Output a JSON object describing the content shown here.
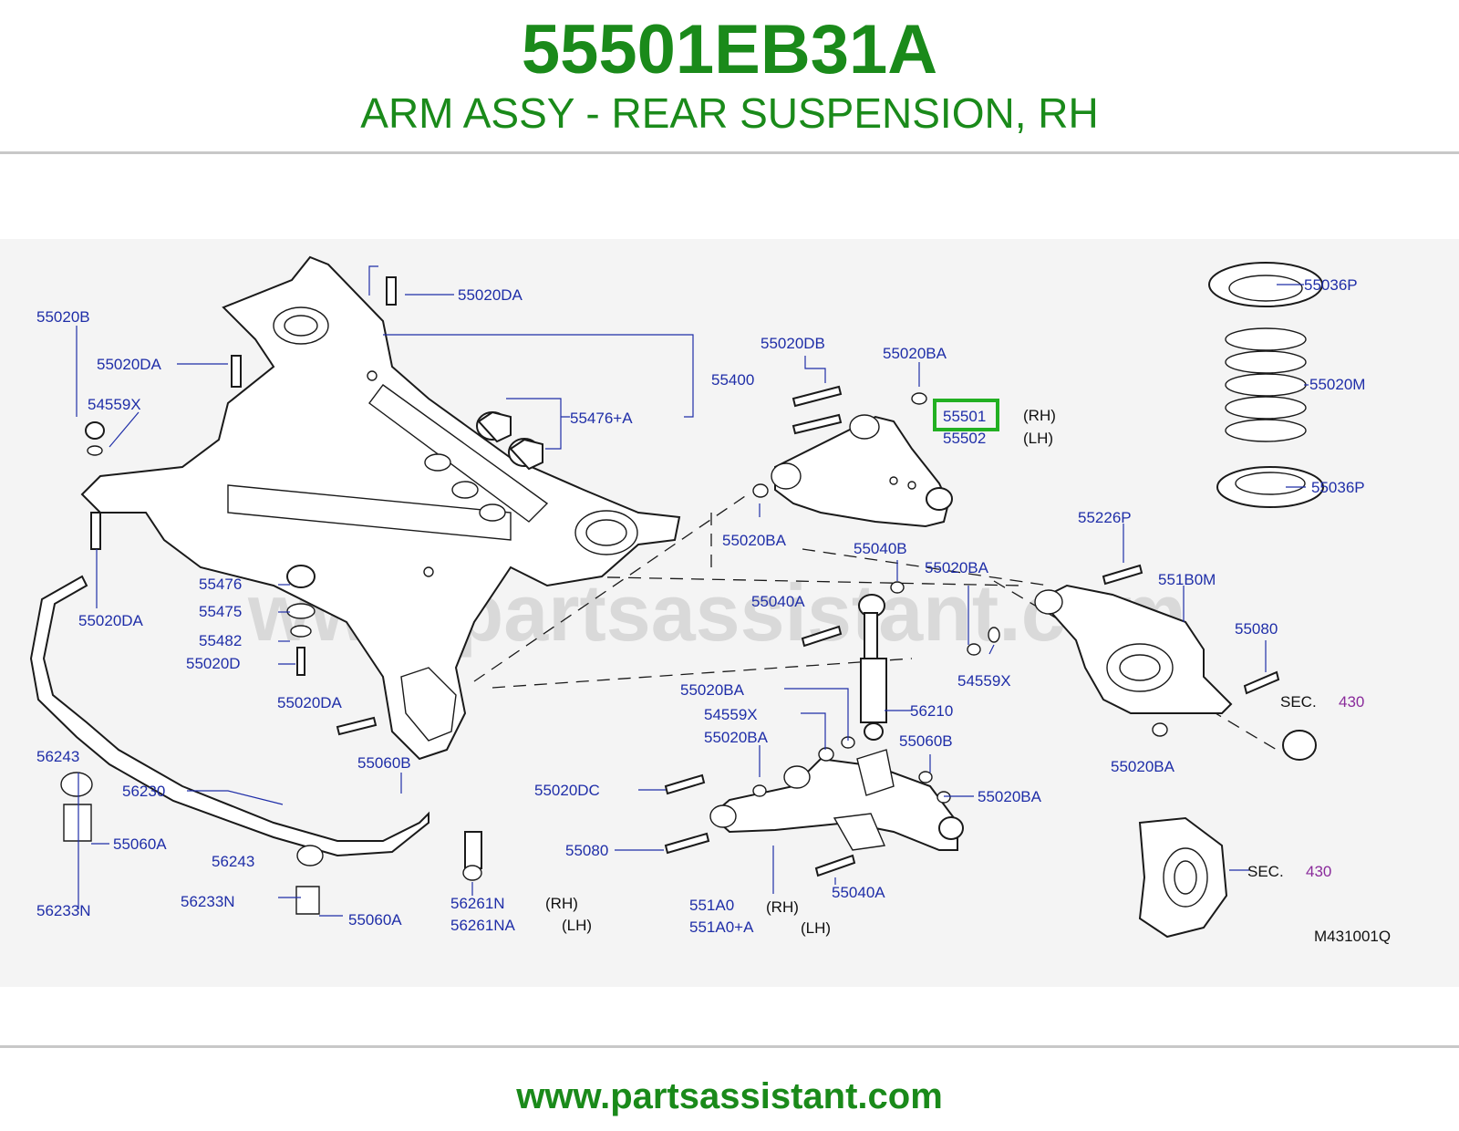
{
  "header": {
    "part_number": "55501EB31A",
    "part_name": "ARM ASSY - REAR SUSPENSION, RH"
  },
  "diagram": {
    "watermark": "www.partsassistant.com",
    "drawing_code": "M431001Q",
    "highlighted_part": "55501",
    "labels": [
      "55020DA",
      "55020B",
      "55020DA",
      "54559X",
      "55400",
      "55476+A",
      "55020DB",
      "55020BA",
      "55501",
      "(RH)",
      "55502",
      "(LH)",
      "55036P",
      "55020M",
      "55036P",
      "55020DA",
      "55476",
      "55475",
      "55482",
      "55020D",
      "55020DA",
      "55020BA",
      "55040B",
      "55020BA",
      "55040A",
      "55226P",
      "551B0M",
      "55080",
      "54559X",
      "SEC.",
      "430",
      "56210",
      "55020BA",
      "54559X",
      "55020BA",
      "55060B",
      "55020BA",
      "55020BA",
      "55060B",
      "56243",
      "56230",
      "55020DC",
      "55060A",
      "56243",
      "55080",
      "56233N",
      "56233N",
      "55060A",
      "56261N",
      "(RH)",
      "56261NA",
      "(LH)",
      "551A0",
      "(RH)",
      "551A0+A",
      "(LH)",
      "55040A",
      "SEC.",
      "430"
    ]
  },
  "colors": {
    "brand_green": "#1a8a1a",
    "label_blue": "#1f2ea8",
    "section_purple": "#8a2b9b",
    "highlight_green": "#22b022"
  },
  "footer": {
    "url": "www.partsassistant.com"
  }
}
